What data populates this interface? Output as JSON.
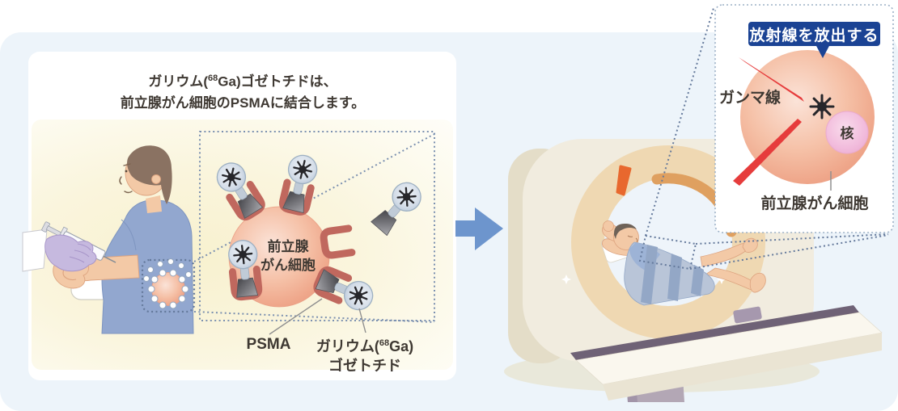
{
  "colors": {
    "canvas_blue": "#edf4fa",
    "panel_white": "#ffffff",
    "pale_yellow": "#f8f1cf",
    "badge_navy": "#1b4394",
    "gamma_red": "#e63c3c",
    "arrow_blue": "#6d95cd",
    "cell_pink": "#f0a98e",
    "nucleus_pink": "#f2bddd",
    "receptor_red": "#c0685e",
    "molecule_dark": "#4a4a4e",
    "dotted_line_blue": "#6f86a8",
    "text_dark": "#3e3832",
    "scanner_cream": "#f1ecdf",
    "scanner_ring_tan": "#efd8b2",
    "bore_orange": "#dfa060",
    "marker_orange": "#e8682e",
    "gown_blue": "#b9c5d8",
    "skin": "#f3c9a6"
  },
  "icons": {
    "radiation_burst": "radiation-burst-icon",
    "right_arrow": "right-arrow-icon",
    "syringe": "syringe-icon"
  },
  "left_panel": {
    "heading": {
      "part1": "ガリウム(",
      "sup": "68",
      "part2": "Ga)ゴゼトチドは、",
      "line2": "前立腺がん細胞のPSMAに結合します。"
    },
    "cell_label": {
      "line1": "前立腺",
      "line2": "がん細胞"
    },
    "psma_label": "PSMA",
    "ligand_label": {
      "part1": "ガリウム(",
      "sup": "68",
      "part2": "Ga)",
      "line2": "ゴゼトチド"
    }
  },
  "right_panel": {
    "badge_label": "放射線を放出する",
    "gamma_ray_label": "ガンマ線",
    "nucleus_label": "核",
    "cell_label": "前立腺がん細胞"
  }
}
